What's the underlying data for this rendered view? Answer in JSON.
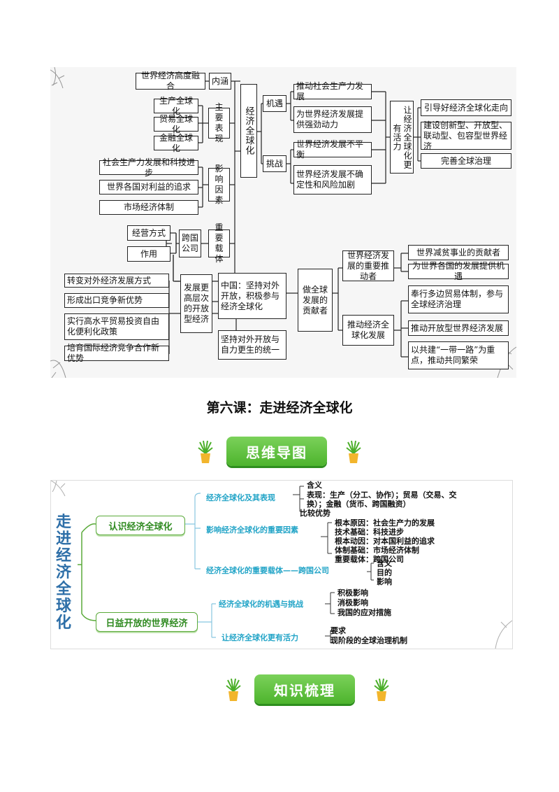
{
  "top_map": {
    "center": "经济全球化",
    "neihan_label": "内涵",
    "neihan_item": "世界经济高度融合",
    "zhuyao_label": "主要表现",
    "zhuyao_items": [
      "生产全球化",
      "贸易全球化",
      "金融全球化"
    ],
    "yingxiang_label": "影响因素",
    "yingxiang_items": [
      "社会生产力发展和科技进步",
      "世界各国对利益的追求",
      "市场经济体制"
    ],
    "zaiti_label": "重要载体",
    "kuaguo": "跨国公司",
    "kuaguo_items": [
      "经营方式",
      "作用"
    ],
    "jiyu_label": "机遇",
    "jiyu_items": [
      "推动社会生产力发展",
      "为世界经济发展提供强劲动力"
    ],
    "tiaozhan_label": "挑战",
    "tiaozhan_items": [
      "世界经济发展不平衡",
      "世界经济发展不确定性和风险加剧"
    ],
    "huoli_label": "让经济全球化更有活力",
    "huoli_items": [
      "引导好经济全球化走向",
      "建设创新型、开放型、联动型、包容型世界经济",
      "完善全球治理"
    ],
    "china_box": "中国：坚持对外开放，积极参与经济全球化",
    "gaocengci": "发展更高层次的开放型经济",
    "gaocengci_items": [
      "转变对外经济发展方式",
      "形成出口竞争新优势",
      "实行高水平贸易投资自由化便利化政策",
      "培育国际经济竞争合作新优势"
    ],
    "tongyi": "坚持对外开放与自力更生的统一",
    "gongxian": "做全球发展的贡献者",
    "tuidongzhe": "世界经济发展的重要推动者",
    "tuidongzhe_items": [
      "世界减贫事业的贡献者",
      "为世界各国的发展提供机遇"
    ],
    "tuidong_quanqiu": "推动经济全球化发展",
    "tuidong_items": [
      "奉行多边贸易体制，参与全球经济治理",
      "推动开放型世界经济发展",
      "以共建“一带一路”为重点，推动共同繁荣"
    ]
  },
  "lesson_title": "第六课：走进经济全球化",
  "banner_mindmap": "思维导图",
  "banner_knowledge": "知识梳理",
  "bottom_map": {
    "central": "走进经济全球化",
    "branch1": "认识经济全球化",
    "branch2": "日益开放的世界经济",
    "sub1": "经济全球化及其表现",
    "sub1_items": [
      "含义",
      "表现：生产（分工、协作）；贸易（交易、交",
      "换）；金融（货币、跨国融资）",
      "比较优势"
    ],
    "sub2": "影响经济全球化的重要因素",
    "sub2_items": [
      "根本原因：社会生产力的发展",
      "技术基础：科技进步",
      "根本动因：对本国利益的追求",
      "体制基础：市场经济体制",
      "重要载体：跨国公司"
    ],
    "sub3": "经济全球化的重要载体——跨国公司",
    "sub3_items": [
      "含义",
      "目的",
      "影响"
    ],
    "sub4": "经济全球化的机遇与挑战",
    "sub4_items": [
      "积极影响",
      "消极影响",
      "我国的应对措施"
    ],
    "sub5": "让经济全球化更有活力",
    "sub5_items": [
      "要求",
      "现阶段的全球治理机制"
    ]
  },
  "colors": {
    "banner_green": "#4db42d",
    "cyan_text": "#22a4c7",
    "central_blue": "#2e6fa8"
  }
}
